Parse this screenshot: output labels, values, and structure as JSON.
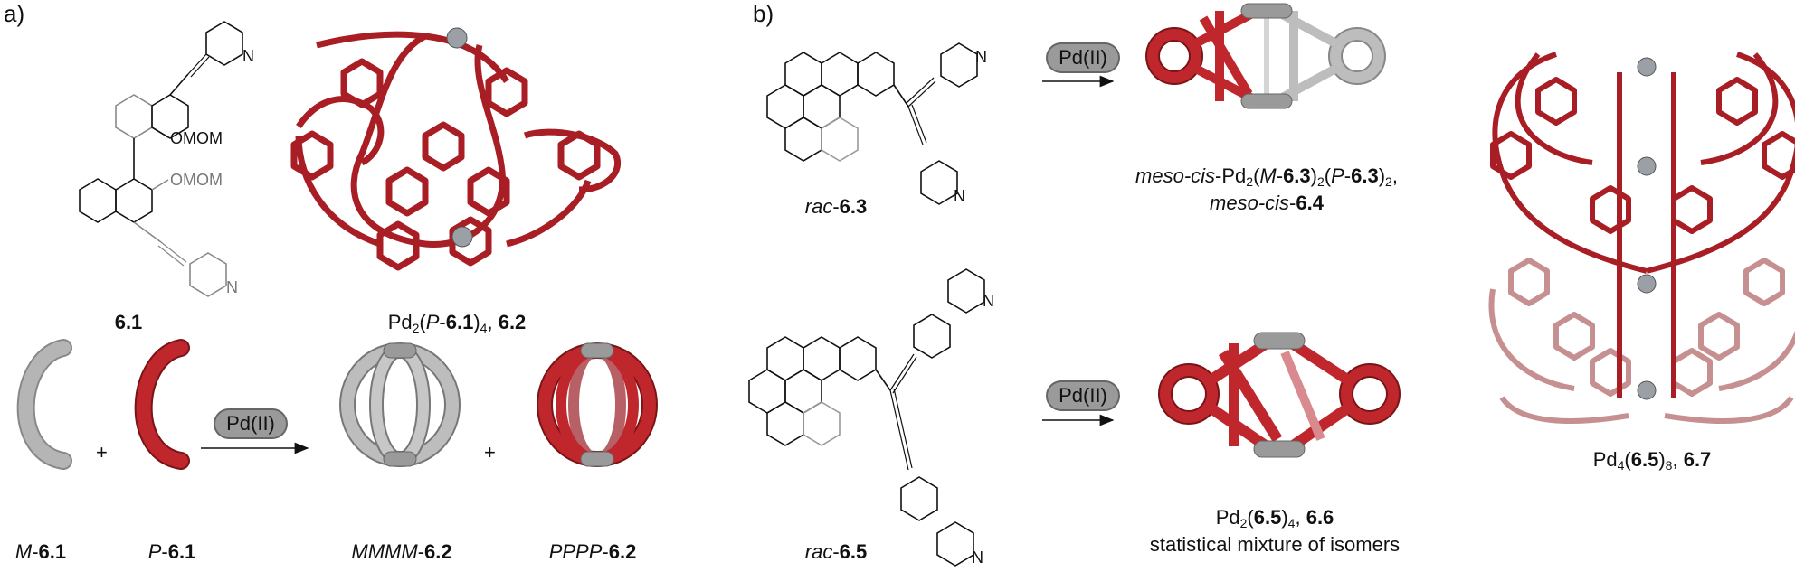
{
  "panels": {
    "a": "a)",
    "b": "b)"
  },
  "reagent": "Pd(II)",
  "labels": {
    "l61": [
      "",
      "6.1",
      ""
    ],
    "l62": [
      "Pd",
      "2",
      "(",
      "P",
      "-",
      "6.1",
      ")",
      "4",
      ", ",
      "6.2"
    ],
    "m61": [
      "M",
      "-",
      "6.1"
    ],
    "p61": [
      "P",
      "-",
      "6.1"
    ],
    "mmmm": [
      "MMMM",
      "-",
      "6.2"
    ],
    "pppp": [
      "PPPP",
      "-",
      "6.2"
    ],
    "rac63": [
      "rac",
      "-",
      "6.3"
    ],
    "meso1": [
      "meso-cis",
      "-Pd",
      "2",
      "(",
      "M",
      "-",
      "6.3",
      ")",
      "2",
      "(",
      "P",
      "-",
      "6.3",
      ")",
      "2",
      ","
    ],
    "meso2": [
      "meso-cis",
      "-",
      "6.4"
    ],
    "rac65": [
      "rac",
      "-",
      "6.5"
    ],
    "pd65": [
      "Pd",
      "2",
      "(",
      "6.5",
      ")",
      "4",
      ", ",
      "6.6"
    ],
    "stat": "statistical mixture of isomers",
    "pd67": [
      "Pd",
      "4",
      "(",
      "6.5",
      ")",
      "8",
      ", ",
      "6.7"
    ]
  },
  "atoms": {
    "N": "N",
    "OMOM": "OMOM"
  },
  "operators": {
    "plus": "+"
  },
  "colors": {
    "red": "#c0272d",
    "grey": "#b5b5b5",
    "pd": "#9aa0a6",
    "n": "#2b3a8f"
  }
}
